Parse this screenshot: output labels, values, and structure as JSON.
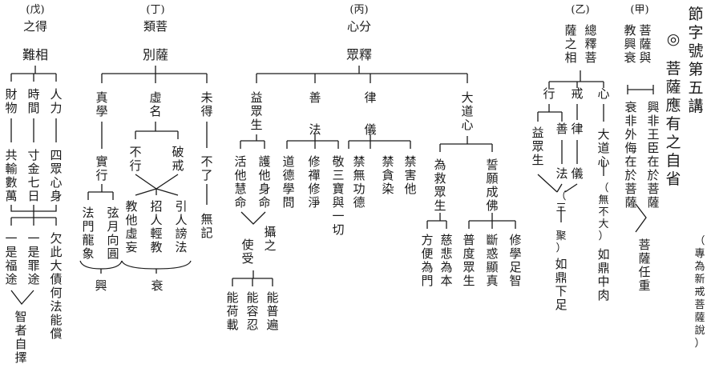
{
  "heading": "節字號第五講",
  "title": "菩薩應有之自省",
  "title_mark": "◎",
  "subtitle": "（專為新戒菩薩說）",
  "jia": {
    "label": "(甲)",
    "head1": "菩薩與",
    "head2": "教興衰",
    "item1": "興非王臣在於菩薩",
    "item2": "衰非外侮在於菩薩",
    "result": "菩薩任重"
  },
  "yi": {
    "label": "(乙)",
    "head1": "總釋菩",
    "head2": "薩之相",
    "col_xin": "心",
    "col_jie": "戒",
    "col_xing": "行",
    "xin_1": "大道心",
    "xin_2": "（無不大）",
    "xin_3": "如鼎中肉",
    "jie_1": "律",
    "jie_2": "儀",
    "xing_1": "善",
    "xing_2": "法",
    "xing_3": "益眾生",
    "san": "（三",
    "ju": "聚）",
    "xing_result": "如鼎下足"
  },
  "bing": {
    "label": "(丙)",
    "head": "心分",
    "subhead": "眾釋",
    "b_dadao": "大道心",
    "b_lu": "律儀",
    "b_shan": "善法",
    "b_yi": "益眾生",
    "lu_1": "禁害他",
    "lu_2": "禁貪染",
    "lu_3": "禁無功德",
    "shan_1": "敬三寶與一切",
    "shan_2": "修禪修淨",
    "shan_3": "道德學問",
    "yi_1": "護他身命",
    "yi_2": "活他慧命",
    "dd_1": "誓願成佛",
    "dd_2": "為救眾生",
    "dd_1a": "修學足智",
    "dd_1b": "斷惑顯真",
    "dd_1c": "普度眾生",
    "dd_2a": "慈悲為本",
    "dd_2b": "方便為門",
    "yi_she": "攝之",
    "yi_shou": "使受",
    "she_1": "能普遍",
    "she_2": "能容忍",
    "she_3": "能荷載"
  },
  "ding": {
    "label": "(丁)",
    "head": "類菩",
    "subhead": "別薩",
    "c_wei": "未得",
    "c_xu": "虛名",
    "c_zhen": "真學",
    "wei_1": "不了",
    "wei_2": "無記",
    "xu_1": "破戒",
    "xu_2": "不行",
    "xu_3": "引人謗法",
    "xu_4": "招人輕教",
    "xu_5": "教他虛妄",
    "zhen_1": "實行",
    "zhen_2": "弦月向圓",
    "zhen_3": "法門龍象",
    "xing_label": "興",
    "shuai_label": "衰"
  },
  "wu": {
    "label": "(戊)",
    "head": "之得",
    "subhead": "難相",
    "c1": "人力",
    "c2": "時間",
    "c3": "財物",
    "c1b": "四眾心身",
    "c2b": "寸金七日",
    "c3b": "共輸數萬",
    "qian": "欠此大債何法能償",
    "zui": "一是罪途",
    "fu": "一是福途",
    "result": "智者自擇"
  }
}
